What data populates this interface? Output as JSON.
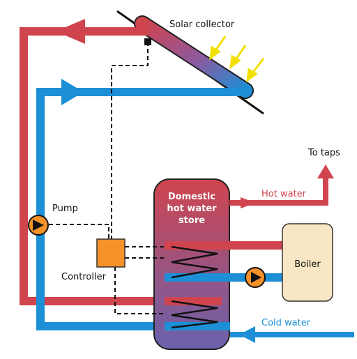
{
  "labels": {
    "solar_collector": "Solar collector",
    "to_taps": "To taps",
    "store_line1": "Domestic",
    "store_line2": "hot water",
    "store_line3": "store",
    "hot_water": "Hot water",
    "pump": "Pump",
    "controller": "Controller",
    "boiler": "Boiler",
    "cold_water": "Cold water"
  },
  "colors": {
    "hot_pipe": "#d0444e",
    "cold_pipe": "#1c8fd6",
    "hot_label": "#d0444e",
    "cold_label": "#1c8fd6",
    "controller_fill": "#f5922a",
    "boiler_fill": "#f8e6c4",
    "sun_arrow": "#f2e000",
    "store_top": "#d0444e",
    "store_bottom": "#6a62ad",
    "store_text": "#ffffff"
  }
}
